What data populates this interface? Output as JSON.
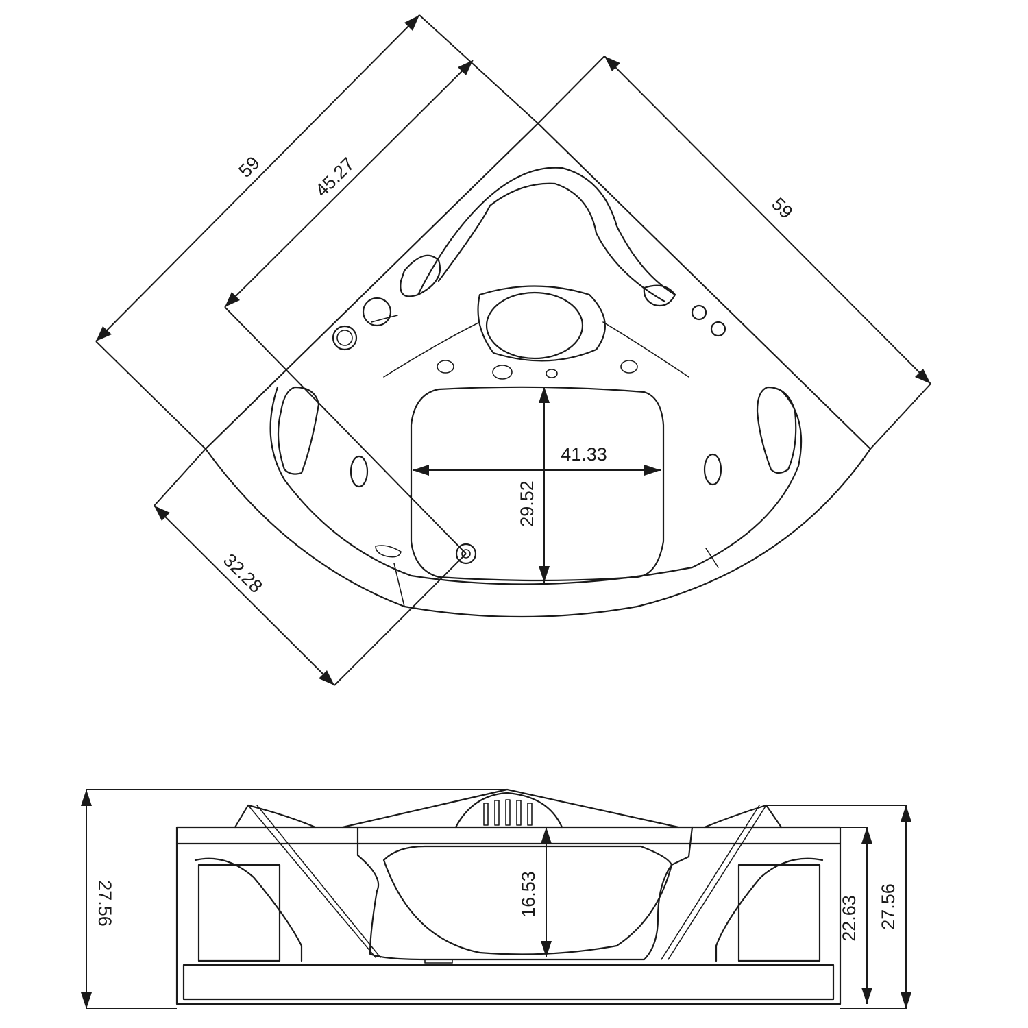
{
  "top_view": {
    "dims": {
      "left_overall": "59",
      "left_inner": "45.27",
      "right_overall": "59",
      "front": "32.28",
      "basin_width": "41.33",
      "basin_depth": "29.52"
    }
  },
  "side_view": {
    "dims": {
      "overall_height_left": "27.56",
      "overall_height_right": "27.56",
      "skirt_height": "22.63",
      "water_depth": "16.53"
    }
  },
  "colors": {
    "line": "#1a1a1a",
    "background": "#ffffff"
  }
}
